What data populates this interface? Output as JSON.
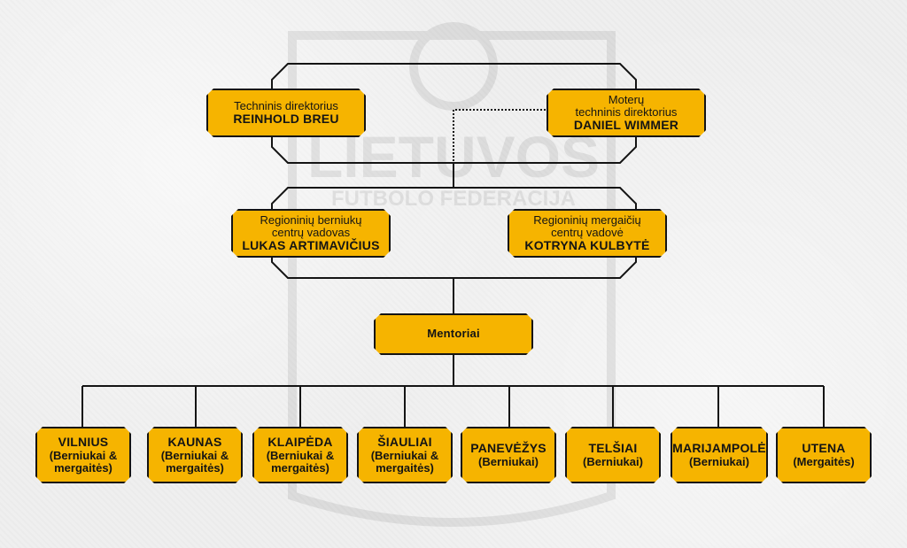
{
  "colors": {
    "node_fill": "#f6b400",
    "line": "#141414",
    "background": "#efefef"
  },
  "watermark": {
    "name_line1": "LIETUVOS",
    "name_line2": "FUTBOLO FEDERACIJA"
  },
  "top": {
    "technical_director": {
      "title": "Techninis direktorius",
      "name": "REINHOLD BREU"
    },
    "women_technical_director": {
      "title_line1": "Moterų",
      "title_line2": "techninis direktorius",
      "name": "DANIEL WIMMER"
    }
  },
  "regional": {
    "boys_head": {
      "title_line1": "Regioninių berniukų",
      "title_line2": "centrų vadovas",
      "name": "LUKAS ARTIMAVIČIUS"
    },
    "girls_head": {
      "title_line1": "Regioninių mergaičių",
      "title_line2": "centrų vadovė",
      "name": "KOTRYNA KULBYTĖ"
    }
  },
  "mentors": {
    "label": "Mentoriai"
  },
  "cities": [
    {
      "name": "VILNIUS",
      "line2": "(Berniukai &",
      "line3": "mergaitės)"
    },
    {
      "name": "KAUNAS",
      "line2": "(Berniukai &",
      "line3": "mergaitės)"
    },
    {
      "name": "KLAIPĖDA",
      "line2": "(Berniukai &",
      "line3": "mergaitės)"
    },
    {
      "name": "ŠIAULIAI",
      "line2": "(Berniukai &",
      "line3": "mergaitės)"
    },
    {
      "name": "PANEVĖŽYS",
      "line2": "(Berniukai)",
      "line3": ""
    },
    {
      "name": "TELŠIAI",
      "line2": "(Berniukai)",
      "line3": ""
    },
    {
      "name": "MARIJAMPOLĖ",
      "line2": "(Berniukai)",
      "line3": ""
    },
    {
      "name": "UTENA",
      "line2": "(Mergaitės)",
      "line3": ""
    }
  ]
}
